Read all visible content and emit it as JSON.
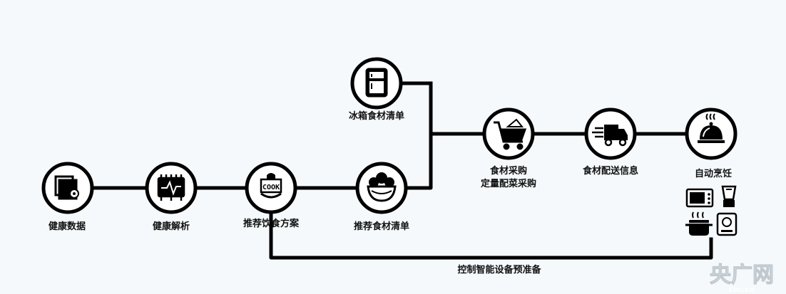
{
  "steps": {
    "health_data": "健康数据",
    "health_analysis": "健康解析",
    "diet_plan": "推荐饮食方案",
    "recommend_list": "推荐食材清单",
    "fridge_list": "冰箱食材清单",
    "purchase_line1": "食材采购",
    "purchase_line2": "定量配菜采购",
    "delivery": "食材配送信息",
    "cooking": "自动烹饪"
  },
  "control_label": "控制智能设备预准备",
  "cook_text": "COOK",
  "watermark": {
    "main": "央广网",
    "sub": "cnr.cn"
  },
  "colors": {
    "line": "#000000",
    "node_fill": "#ffffff",
    "background": "#f5f9fc"
  }
}
